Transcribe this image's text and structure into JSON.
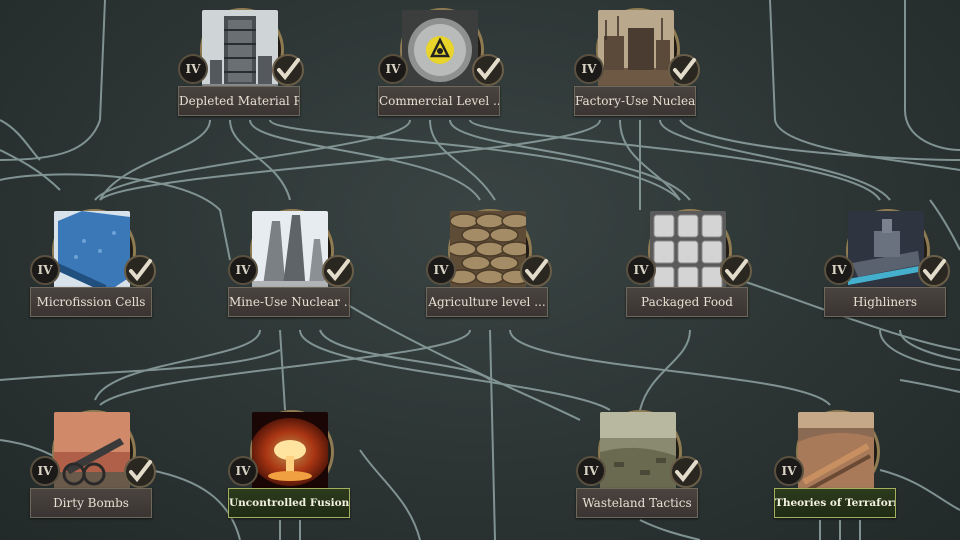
{
  "tree": {
    "nodes": [
      {
        "label": "Depleted Material R ...",
        "tier": "IV",
        "done": true,
        "icon": "reactor-tower-icon"
      },
      {
        "label": "Commercial Level ...",
        "tier": "IV",
        "done": true,
        "icon": "vault-door-icon"
      },
      {
        "label": "Factory-Use Nuclear ...",
        "tier": "IV",
        "done": true,
        "icon": "factory-icon"
      },
      {
        "label": "Microfission Cells",
        "tier": "IV",
        "done": true,
        "icon": "battery-cell-icon"
      },
      {
        "label": "Mine-Use Nuclear ...",
        "tier": "IV",
        "done": true,
        "icon": "cooling-towers-icon"
      },
      {
        "label": "Agriculture level ...",
        "tier": "IV",
        "done": true,
        "icon": "sandbags-icon"
      },
      {
        "label": "Packaged Food",
        "tier": "IV",
        "done": true,
        "icon": "food-cans-icon"
      },
      {
        "label": "Highliners",
        "tier": "IV",
        "done": true,
        "icon": "airship-icon"
      },
      {
        "label": "Dirty Bombs",
        "tier": "IV",
        "done": true,
        "icon": "cannon-icon"
      },
      {
        "label": "Uncontrolled Fusion Device",
        "tier": "IV",
        "done": false,
        "icon": "mushroom-cloud-icon"
      },
      {
        "label": "Wasteland Tactics",
        "tier": "IV",
        "done": true,
        "icon": "battlefield-icon"
      },
      {
        "label": "Theories of Terraforming",
        "tier": "IV",
        "done": false,
        "icon": "excavation-icon"
      }
    ]
  },
  "colors": {
    "line": "#8fa3a3",
    "frame_gold": "#8f7b52",
    "active_border": "#a2b060"
  }
}
